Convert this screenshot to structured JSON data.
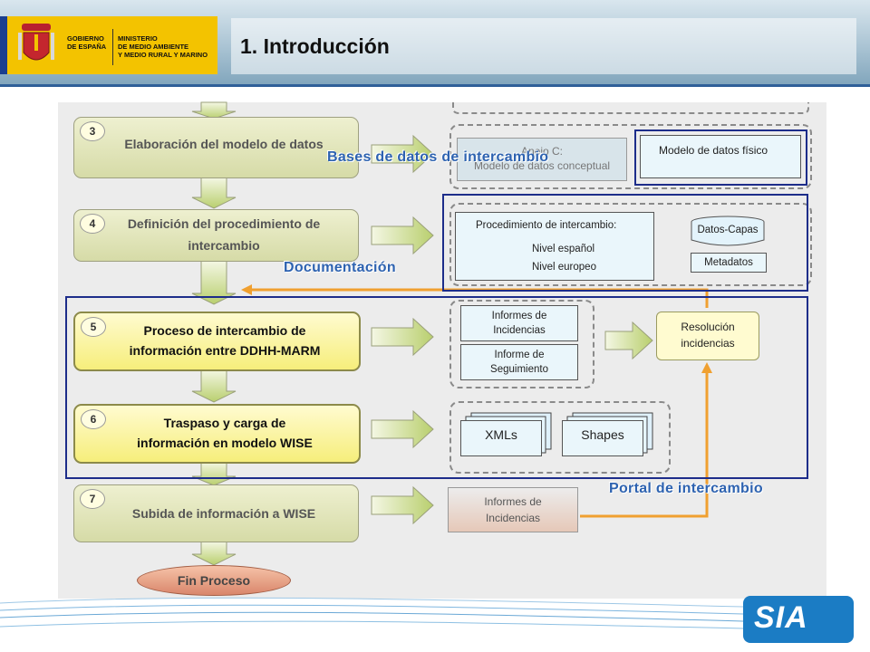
{
  "header": {
    "gov_line1": "GOBIERNO",
    "gov_line2": "DE ESPAÑA",
    "min_line1": "MINISTERIO",
    "min_line2": "DE MEDIO AMBIENTE",
    "min_line3": "Y MEDIO RURAL Y MARINO",
    "title": "1. Introducción"
  },
  "steps": [
    {
      "num": "3",
      "label": "Elaboración del modelo de datos"
    },
    {
      "num": "4",
      "label_line1": "Definición del procedimiento de",
      "label_line2": "intercambio"
    },
    {
      "num": "5",
      "label_line1": "Proceso de intercambio de",
      "label_line2": "información entre DDHH-MARM"
    },
    {
      "num": "6",
      "label_line1": "Traspaso y carga de",
      "label_line2": "información en modelo WISE"
    },
    {
      "num": "7",
      "label": "Subida de información a WISE"
    }
  ],
  "end_label": "Fin Proceso",
  "docs": {
    "anejo_line1": "Anejo C:",
    "anejo_line2": "Modelo de datos conceptual",
    "modelo_fisico": "Modelo de datos físico",
    "proc_title": "Procedimiento de intercambio:",
    "proc_item1": "Nivel español",
    "proc_item2": "Nivel europeo",
    "datos_capas": "Datos-Capas",
    "metadatos": "Metadatos",
    "inf_inc_line1": "Informes de",
    "inf_inc_line2": "Incidencias",
    "inf_seg_line1": "Informe de",
    "inf_seg_line2": "Seguimiento",
    "resolucion_line1": "Resolución",
    "resolucion_line2": "incidencias",
    "xmls": "XMLs",
    "shapes": "Shapes",
    "inf7_line1": "Informes de",
    "inf7_line2": "Incidencias"
  },
  "overlay_labels": {
    "bases": "Bases de datos de intercambio",
    "documentacion": "Documentación",
    "portal": "Portal de intercambio"
  },
  "logo": "SIA"
}
